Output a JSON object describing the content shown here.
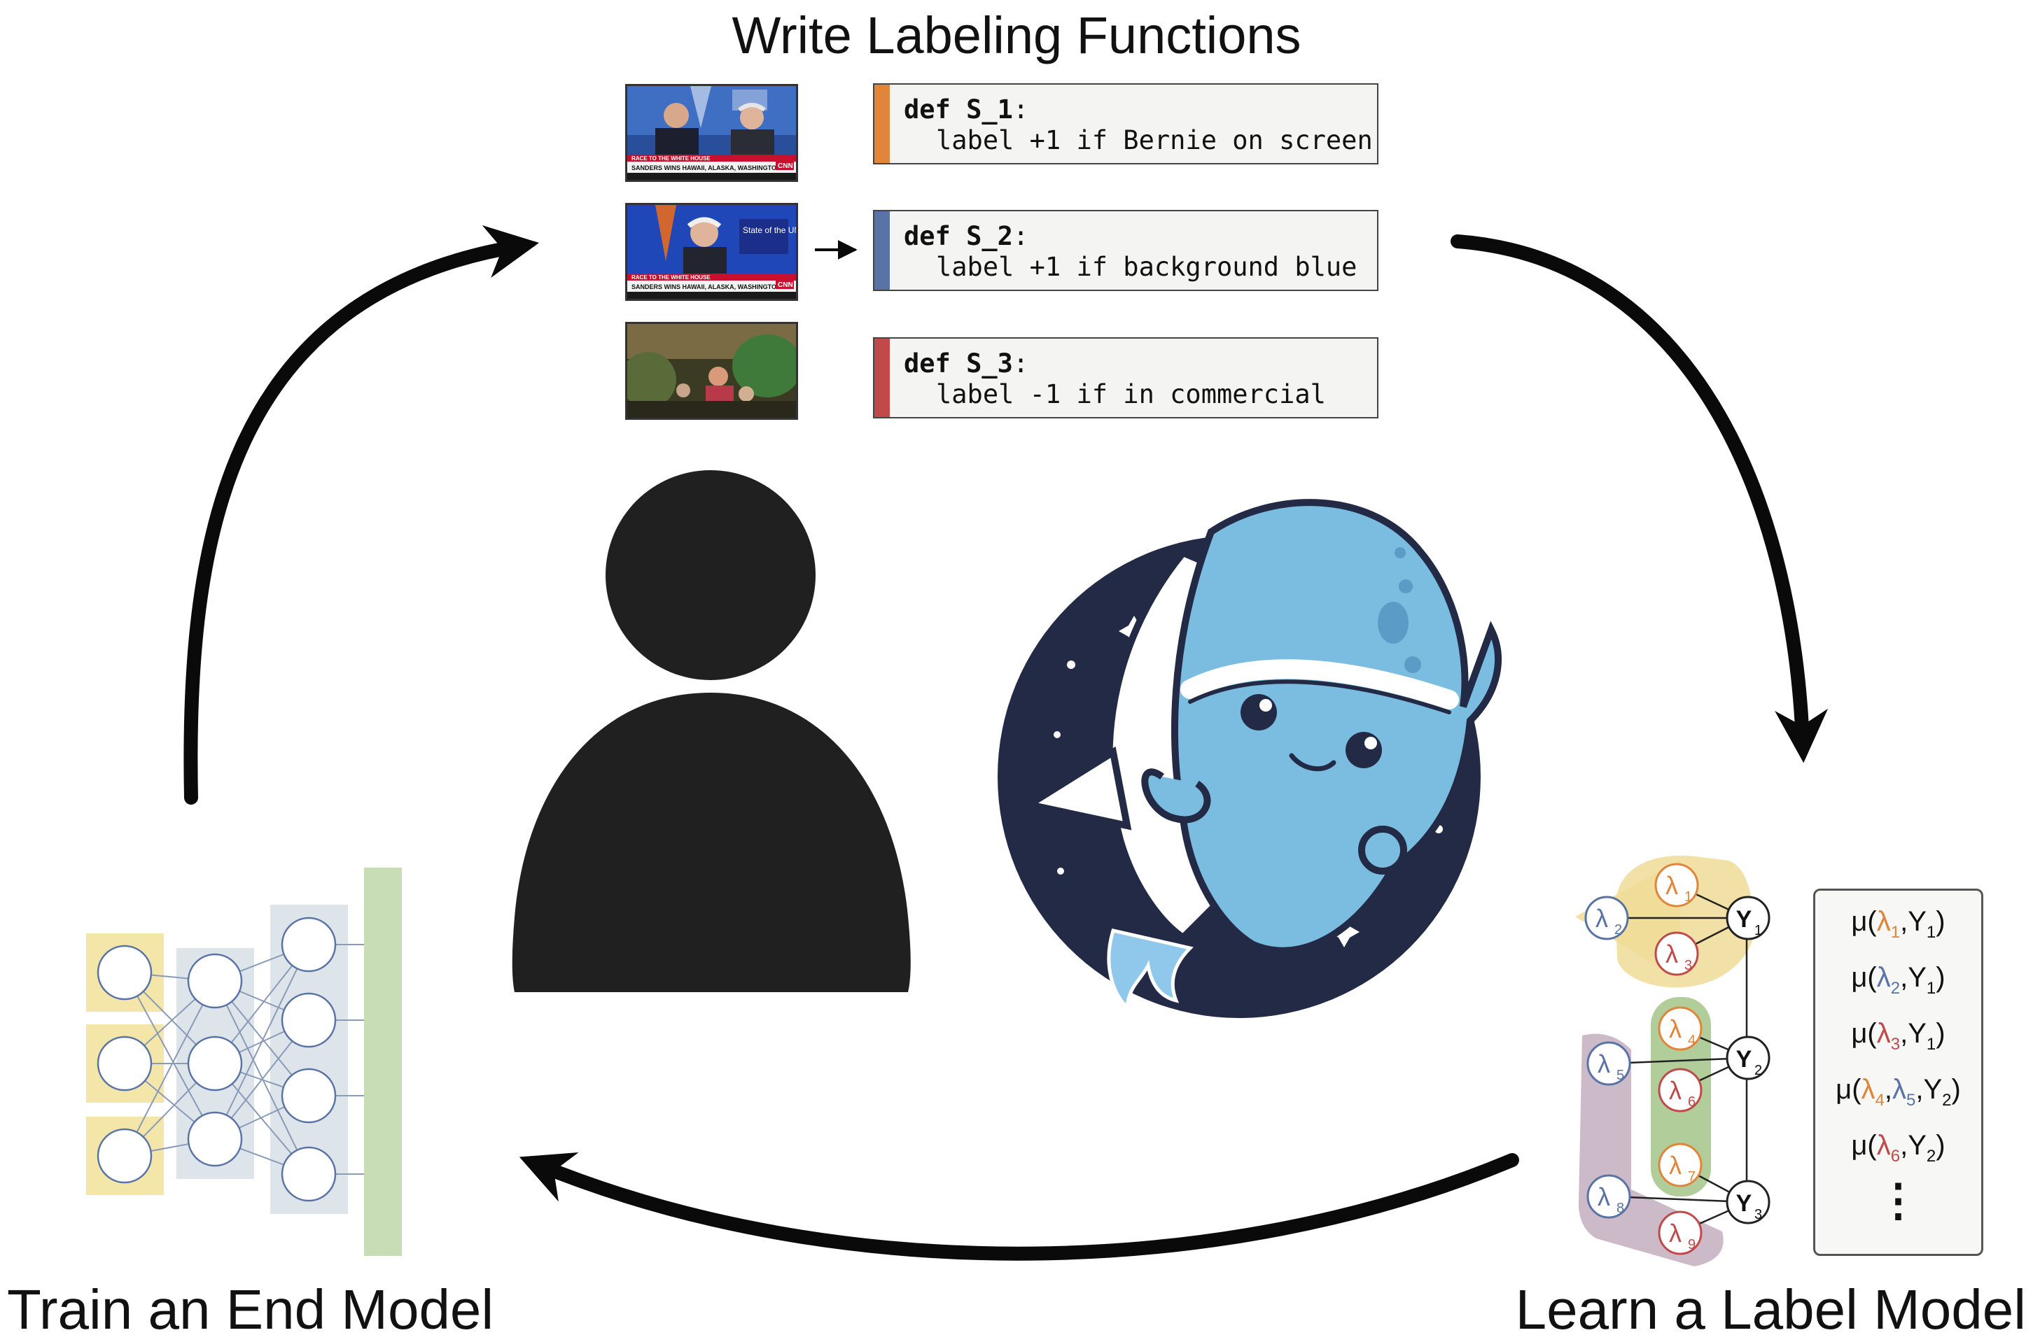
{
  "titles": {
    "top": "Write Labeling Functions",
    "left": "Train an End Model",
    "right": "Learn a Label Model"
  },
  "labeling_functions": [
    {
      "name_kw": "def",
      "name": "S_1",
      "colon": ":",
      "body": "label +1 if Bernie on screen",
      "color": "#e0853a"
    },
    {
      "name_kw": "def",
      "name": "S_2",
      "colon": ":",
      "body": "label +1 if background blue",
      "color": "#5a73a6"
    },
    {
      "name_kw": "def",
      "name": "S_3",
      "colon": ":",
      "body": "label -1 if in commercial",
      "color": "#c04a4a"
    }
  ],
  "thumbnails": [
    {
      "banner_top": "RACE TO THE WHITE HOUSE",
      "banner": "SANDERS WINS HAWAII, ALASKA, WASHINGTON",
      "logo": "CNN"
    },
    {
      "banner_top": "RACE TO THE WHITE HOUSE",
      "banner": "SANDERS WINS HAWAII, ALASKA, WASHINGTON",
      "logo": "CNN",
      "show": "State of the UNION"
    },
    {
      "scene": "commercial"
    }
  ],
  "label_model": {
    "nodes": {
      "l1": {
        "sym": "λ",
        "sub": "1"
      },
      "l2": {
        "sym": "λ",
        "sub": "2"
      },
      "l3": {
        "sym": "λ",
        "sub": "3"
      },
      "l4": {
        "sym": "λ",
        "sub": "4"
      },
      "l5": {
        "sym": "λ",
        "sub": "5"
      },
      "l6": {
        "sym": "λ",
        "sub": "6"
      },
      "l7": {
        "sym": "λ",
        "sub": "7"
      },
      "l8": {
        "sym": "λ",
        "sub": "8"
      },
      "l9": {
        "sym": "λ",
        "sub": "9"
      },
      "y1": {
        "sym": "Y",
        "sub": "1"
      },
      "y2": {
        "sym": "Y",
        "sub": "2"
      },
      "y3": {
        "sym": "Y",
        "sub": "3"
      }
    },
    "mu_terms": {
      "mu": "μ",
      "lp": "(",
      "comma": ",",
      "rp": ")",
      "l": "λ",
      "y": "Y",
      "s1": "1",
      "s2": "2",
      "s3": "3",
      "s4": "4",
      "s5": "5",
      "s6": "6"
    },
    "ellipsis": "⋮"
  },
  "colors": {
    "orange": "#e0853a",
    "blue": "#5a73a6",
    "red": "#c04a4a",
    "yellow_group": "#f0dc96",
    "green_group": "#a9c98f",
    "mauve_group": "#c8b3c3",
    "nn_input": "#f3e6a8",
    "nn_hidden": "#dde4ea",
    "nn_output": "#c8ddb5",
    "logo_navy": "#232a45",
    "logo_blue": "#7bbde0"
  },
  "icons": [
    "person-icon",
    "snorkel-logo-icon",
    "neural-network-icon",
    "flow-arrow-icon"
  ]
}
